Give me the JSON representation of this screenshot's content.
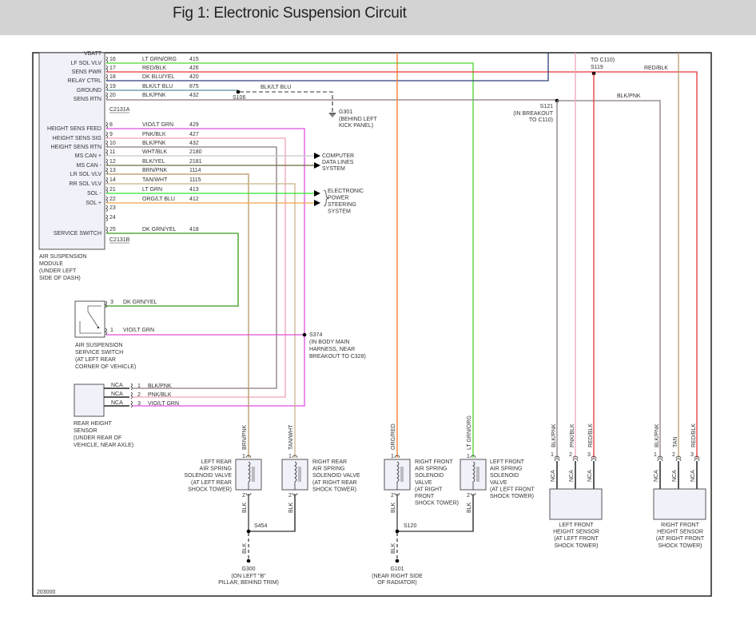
{
  "header": {
    "title": "Fig 1: Electronic Suspension Circuit"
  },
  "figure_code": "203000",
  "colors": {
    "lt_grn_org": "#4bd62a",
    "red_blk": "#e8343a",
    "dk_blu_yel": "#2c3e7a",
    "blk_lt_blu": "#5a8fa0",
    "blk_pnk": "#8a7b80",
    "vio_lt_grn": "#e24fe0",
    "pnk_blk": "#f2a3b5",
    "wht_blk": "#c8c8c8",
    "blk_yel": "#6e6a3e",
    "brn_pnk": "#b89466",
    "tan_wht": "#c8b48a",
    "lt_grn": "#2ee82e",
    "org_lt_blu": "#f3a64a",
    "dk_grn_yel": "#3a9a1a",
    "org_red": "#f07a2a",
    "tan": "#b8a070",
    "blk": "#555555",
    "module_fill": "#f1f1fa"
  },
  "module": {
    "name_lines": [
      "AIR SUSPENSION",
      "MODULE",
      "(UNDER LEFT",
      "SIDE OF DASH)"
    ],
    "connector_a": "C2131A",
    "connector_b": "C2131B",
    "top_partial": "VBATT",
    "pins_a": [
      {
        "label": "LF SOL VLV",
        "pin": "16",
        "color_name": "LT GRN/ORG",
        "circuit": "415"
      },
      {
        "label": "SENS PWR",
        "pin": "17",
        "color_name": "RED/BLK",
        "circuit": "426"
      },
      {
        "label": "RELAY CTRL",
        "pin": "18",
        "color_name": "DK BLU/YEL",
        "circuit": "420"
      },
      {
        "label": "GROUND",
        "pin": "19",
        "color_name": "BLK/LT BLU",
        "circuit": "875"
      },
      {
        "label": "SENS RTN",
        "pin": "20",
        "color_name": "BLK/PNK",
        "circuit": "432"
      }
    ],
    "pins_b": [
      {
        "label": "HEIGHT SENS FEED",
        "pin": "8",
        "color_name": "VIO/LT GRN",
        "circuit": "429"
      },
      {
        "label": "HEIGHT SENS SIG",
        "pin": "9",
        "color_name": "PNK/BLK",
        "circuit": "427"
      },
      {
        "label": "HEIGHT SENS RTN",
        "pin": "10",
        "color_name": "BLK/PNK",
        "circuit": "432"
      },
      {
        "label": "MS CAN +",
        "pin": "11",
        "color_name": "WHT/BLK",
        "circuit": "2180"
      },
      {
        "label": "MS CAN -",
        "pin": "12",
        "color_name": "BLK/YEL",
        "circuit": "2181"
      },
      {
        "label": "LR SOL VLV",
        "pin": "13",
        "color_name": "BRN/PNK",
        "circuit": "1114"
      },
      {
        "label": "RR SOL VLV",
        "pin": "14",
        "color_name": "TAN/WHT",
        "circuit": "1115"
      },
      {
        "label": "SOL -",
        "pin": "21",
        "color_name": "LT GRN",
        "circuit": "413"
      },
      {
        "label": "SOL +",
        "pin": "22",
        "color_name": "ORG/LT BLU",
        "circuit": "412"
      },
      {
        "label": "",
        "pin": "23",
        "color_name": "",
        "circuit": ""
      },
      {
        "label": "",
        "pin": "24",
        "color_name": "",
        "circuit": ""
      },
      {
        "label": "SERVICE SWITCH",
        "pin": "25",
        "color_name": "DK GRN/YEL",
        "circuit": "418"
      }
    ]
  },
  "splices": {
    "s106": "S106",
    "s106_wire": "BLK/LT BLU",
    "g301": "G301",
    "g301_desc": [
      "(BEHIND LEFT",
      "KICK PANEL)"
    ],
    "s119": "S119",
    "s119_desc_top": "TO C110)",
    "s119_wire": "RED/BLK",
    "s121": "S121",
    "s121_desc": [
      "(IN BREAKOUT",
      "TO C110)"
    ],
    "s121_wire": "BLK/PNK",
    "s374": "S374",
    "s374_desc": [
      "(IN BODY MAIN",
      "HARNESS, NEAR",
      "BREAKOUT TO C328)"
    ],
    "s454": "S454",
    "s120": "S120",
    "g300": "G300",
    "g300_desc": [
      "(ON LEFT \"B\"",
      "PILLAR, BEHIND TRIM)"
    ],
    "g101": "G101",
    "g101_desc": [
      "(NEAR RIGHT SIDE",
      "OF RADIATOR)"
    ]
  },
  "destinations": {
    "computer_data": [
      "COMPUTER",
      "DATA LINES",
      "SYSTEM"
    ],
    "eps": [
      "ELECTRONIC",
      "POWER",
      "STEERING",
      "SYSTEM"
    ]
  },
  "service_switch": {
    "name_lines": [
      "AIR SUSPENSION",
      "SERVICE SWITCH",
      "(AT LEFT REAR",
      "CORNER OF VEHICLE)"
    ],
    "pins": [
      {
        "pin": "3",
        "color_name": "DK GRN/YEL"
      },
      {
        "pin": "1",
        "color_name": "VIO/LT GRN"
      }
    ]
  },
  "rear_sensor": {
    "name_lines": [
      "REAR HEIGHT",
      "SENSOR",
      "(UNDER REAR OF",
      "VEHICLE, NEAR AXLE)"
    ],
    "pins": [
      {
        "nca": "NCA",
        "pin": "1",
        "color_name": "BLK/PNK"
      },
      {
        "nca": "NCA",
        "pin": "2",
        "color_name": "PNK/BLK"
      },
      {
        "nca": "NCA",
        "pin": "3",
        "color_name": "VIO/LT GRN"
      }
    ]
  },
  "valves": [
    {
      "id": "lr",
      "wire": "BRN/PNK",
      "ground": "BLK",
      "name_lines": [
        "LEFT REAR",
        "AIR SPRING",
        "SOLENOID VALVE",
        "(AT LEFT REAR",
        "SHOCK TOWER)"
      ]
    },
    {
      "id": "rr",
      "wire": "TAN/WHT",
      "ground": "BLK",
      "name_lines": [
        "RIGHT REAR",
        "AIR SPRING",
        "SOLENOID VALVE",
        "(AT RIGHT REAR",
        "SHOCK TOWER)"
      ]
    },
    {
      "id": "rf",
      "wire": "ORG/RED",
      "ground": "BLK",
      "name_lines": [
        "RIGHT FRONT",
        "AIR SPRING",
        "SOLENOID",
        "VALVE",
        "(AT RIGHT",
        "FRONT",
        "SHOCK TOWER)"
      ]
    },
    {
      "id": "lf",
      "wire": "LT GRN/ORG",
      "ground": "BLK",
      "name_lines": [
        "LEFT FRONT",
        "AIR SPRING",
        "SOLENOID",
        "VALVE",
        "(AT LEFT FRONT",
        "SHOCK TOWER)"
      ]
    }
  ],
  "front_sensors": [
    {
      "id": "lf",
      "name_lines": [
        "LEFT FRONT",
        "HEIGHT SENSOR",
        "(AT LEFT FRONT",
        "SHOCK TOWER)"
      ],
      "wires": [
        "BLK/PNK",
        "PNK/BLK",
        "RED/BLK"
      ],
      "pins": [
        "1",
        "2",
        "3"
      ],
      "nca": "NCA"
    },
    {
      "id": "rf",
      "name_lines": [
        "RIGHT FRONT",
        "HEIGHT SENSOR",
        "(AT RIGHT FRONT",
        "SHOCK TOWER)"
      ],
      "wires": [
        "BLK/PNK",
        "TAN",
        "RED/BLK"
      ],
      "pins": [
        "1",
        "2",
        "3"
      ],
      "nca": "NCA"
    }
  ],
  "pin_labels": {
    "one": "1",
    "two": "2"
  }
}
